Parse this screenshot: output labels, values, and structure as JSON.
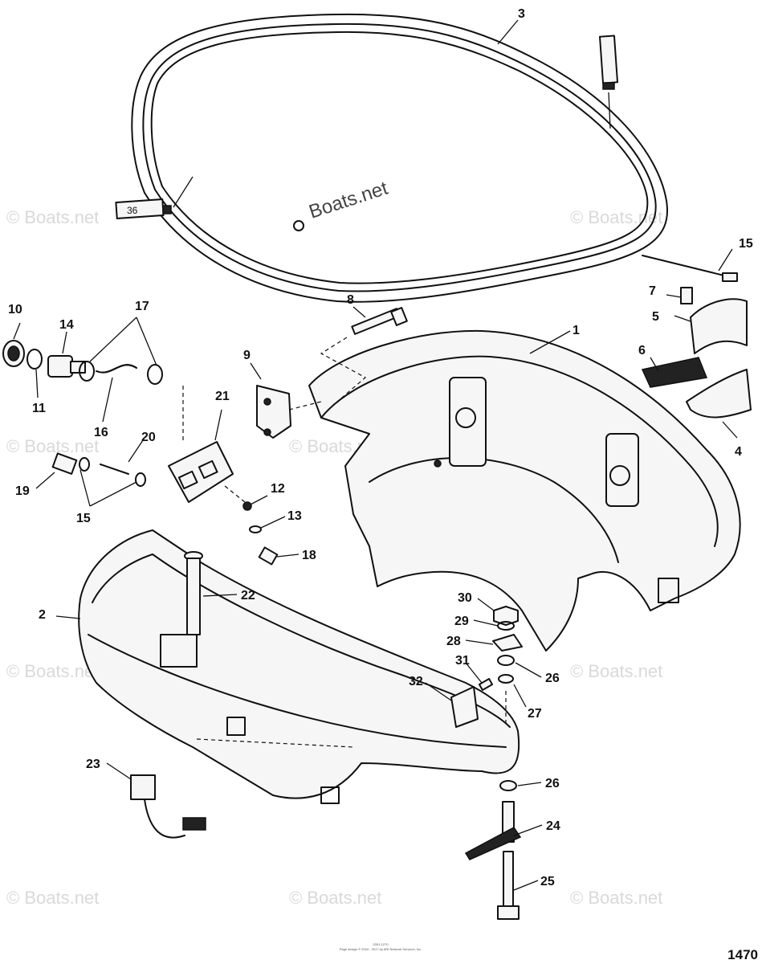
{
  "watermark": "© Boats.net",
  "center_brand": "Boats.net",
  "tube_label": "36",
  "figure_number": "1470",
  "copyright_line1": "2051-1270",
  "copyright_line2": "Page design © 2004 - 2017 by ARI Network Services, Inc.",
  "callouts": {
    "c1": "1",
    "c2": "2",
    "c3": "3",
    "c4": "4",
    "c5": "5",
    "c6": "6",
    "c7": "7",
    "c8": "8",
    "c9": "9",
    "c10": "10",
    "c11": "11",
    "c12": "12",
    "c13": "13",
    "c14": "14",
    "c15a": "15",
    "c15b": "15",
    "c16": "16",
    "c17": "17",
    "c18": "18",
    "c19": "19",
    "c20": "20",
    "c21": "21",
    "c22": "22",
    "c23": "23",
    "c24": "24",
    "c25": "25",
    "c26a": "26",
    "c26b": "26",
    "c27": "27",
    "c28": "28",
    "c29": "29",
    "c30": "30",
    "c31": "31",
    "c32": "32"
  }
}
